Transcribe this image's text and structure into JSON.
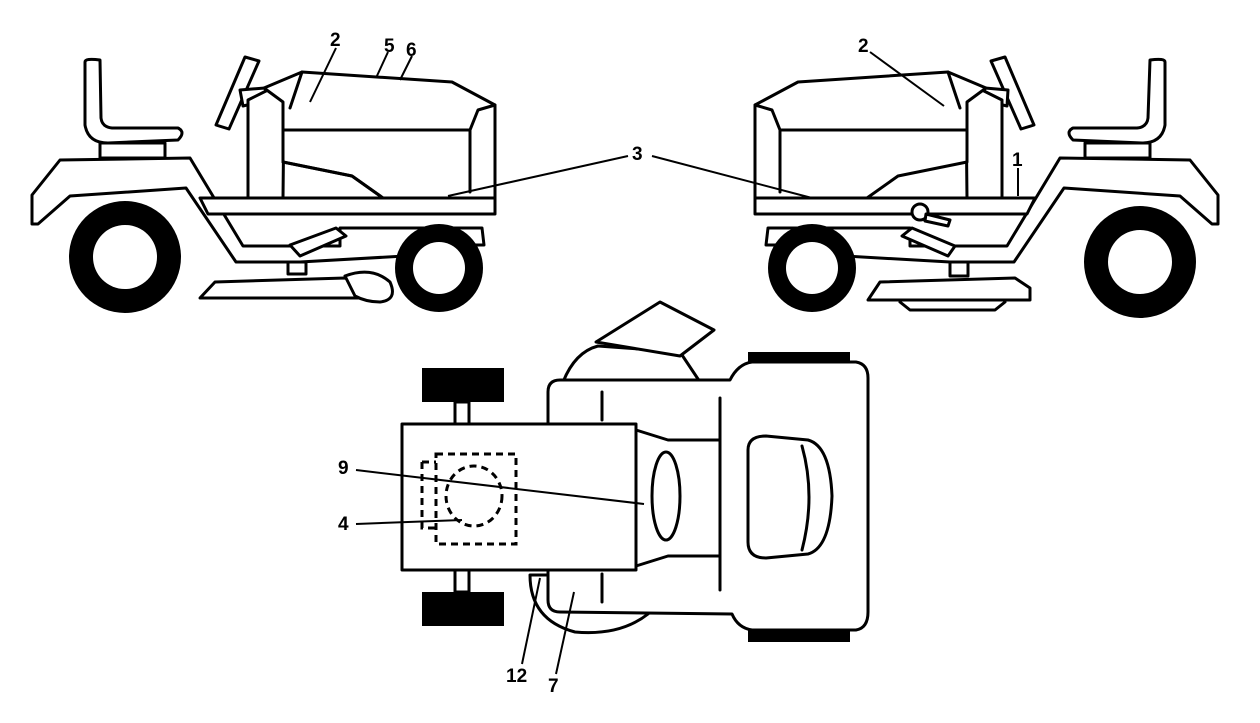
{
  "colors": {
    "line": "#000000",
    "background": "#ffffff"
  },
  "callouts": {
    "c1": "1",
    "c2_left": "2",
    "c2_right": "2",
    "c3": "3",
    "c4": "4",
    "c5": "5",
    "c6": "6",
    "c7": "7",
    "c9": "9",
    "c12": "12"
  }
}
